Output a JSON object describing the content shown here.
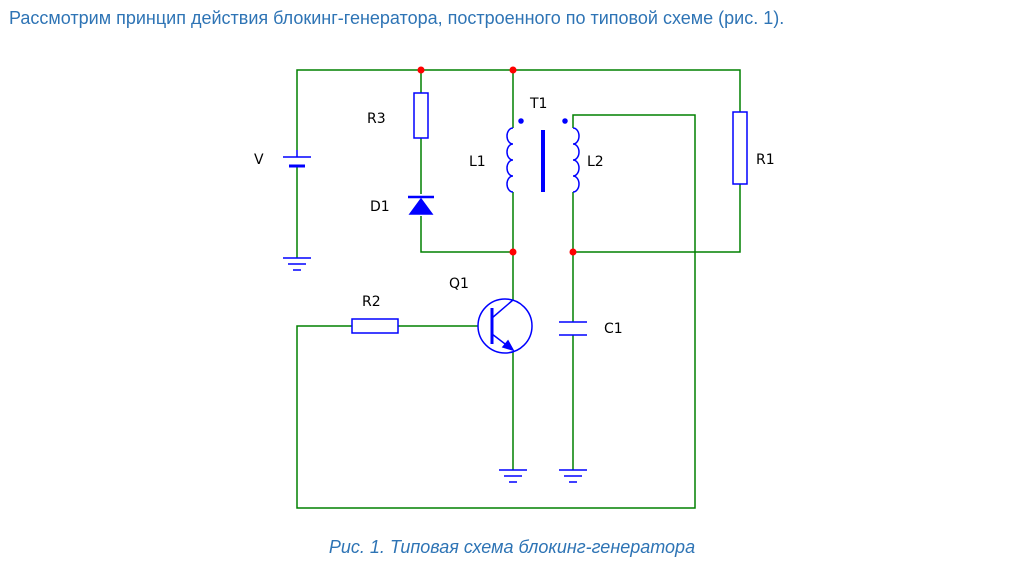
{
  "text": {
    "intro": "Рассмотрим принцип действия блокинг-генератора, построенного по типовой схеме (рис. 1).",
    "caption": "Рис. 1. Типовая схема блокинг-генератора"
  },
  "labels": {
    "V": "V",
    "R3": "R3",
    "T1": "T1",
    "L1": "L1",
    "L2": "L2",
    "R1": "R1",
    "D1": "D1",
    "Q1": "Q1",
    "R2": "R2",
    "C1": "C1"
  },
  "colors": {
    "wire": "#008000",
    "component": "#0000ff",
    "node": "#ff0000",
    "text": "#2e74b5"
  }
}
